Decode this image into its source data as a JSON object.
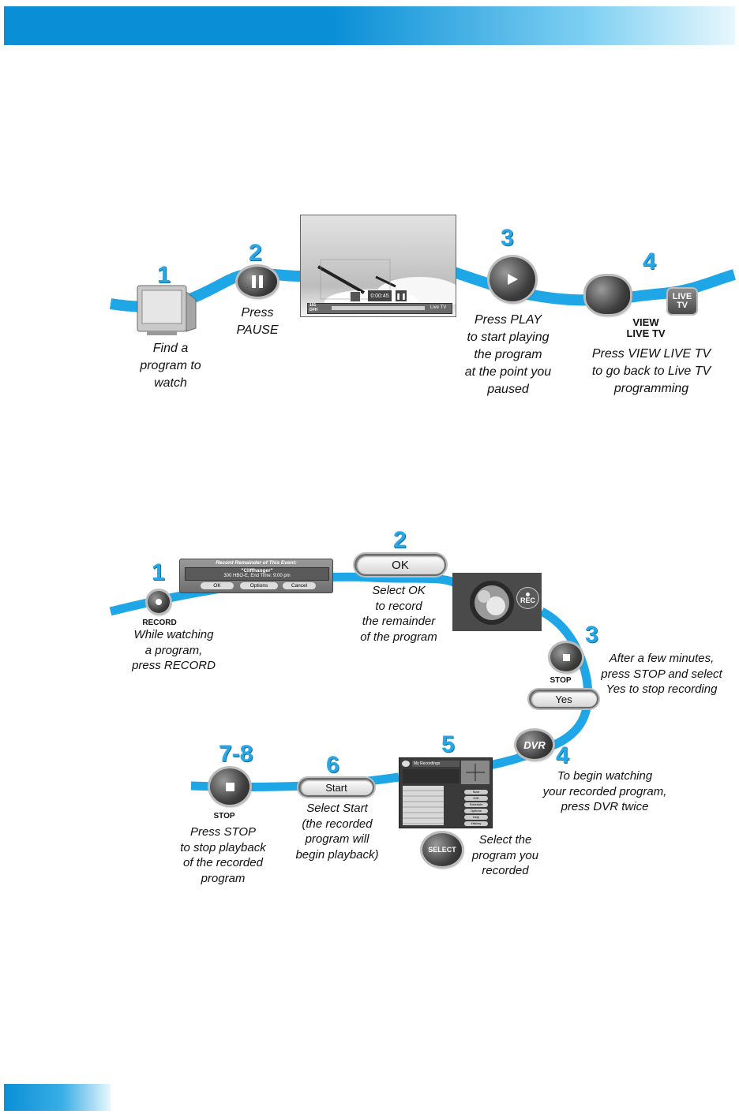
{
  "section1": {
    "steps": [
      {
        "num": "1",
        "caption": "Find a\nprogram to\nwatch"
      },
      {
        "num": "2",
        "caption": "Press\nPAUSE"
      },
      {
        "num": "3",
        "caption": "Press PLAY\nto start playing\nthe program\nat the point you\npaused"
      },
      {
        "num": "4",
        "caption": "Press VIEW LIVE TV\nto go back to Live TV\nprogramming"
      }
    ],
    "view_live_label": "VIEW\nLIVE TV",
    "live_tv_key": "LIVE\nTV",
    "screen": {
      "channel": "101\nDFH",
      "time": "0:00:45",
      "mode": "Live TV"
    }
  },
  "section2": {
    "steps": [
      {
        "num": "1",
        "caption": "While watching\na program,\npress RECORD"
      },
      {
        "num": "2",
        "caption": "Select OK\nto record\nthe remainder\nof the program"
      },
      {
        "num": "3",
        "caption": "After a few minutes,\npress STOP and select\nYes to stop recording"
      },
      {
        "num": "4",
        "caption": "To begin watching\nyour recorded program,\npress DVR twice"
      },
      {
        "num": "5",
        "caption": "Select the\nprogram you\nrecorded"
      },
      {
        "num": "6",
        "caption": "Select Start\n(the recorded\nprogram will\nbegin playback)"
      },
      {
        "num": "7-8",
        "caption": "Press STOP\nto stop playback\nof the recorded\nprogram"
      }
    ],
    "record_label": "RECORD",
    "stop_label": "STOP",
    "stop_label_2": "STOP",
    "dvr_label": "DVR",
    "select_label": "SELECT",
    "rec_badge": "REC",
    "ok_button": "OK",
    "yes_button": "Yes",
    "start_button": "Start",
    "dialog": {
      "title": "Record Remainder of This Event:",
      "program": "\"Cliffhanger\"",
      "details": "300 HBO-E, End Time: 9:00 pm",
      "ok": "OK",
      "options": "Options",
      "cancel": "Cancel"
    },
    "recordings": {
      "title": "My Recordings",
      "side_buttons": [
        "Start",
        "Edit",
        "Schedule",
        "Options",
        "Help",
        "History"
      ]
    }
  },
  "colors": {
    "accent": "#2aa7e3",
    "ribbon": "#1fa6e6",
    "header": "#0a8fd6"
  }
}
